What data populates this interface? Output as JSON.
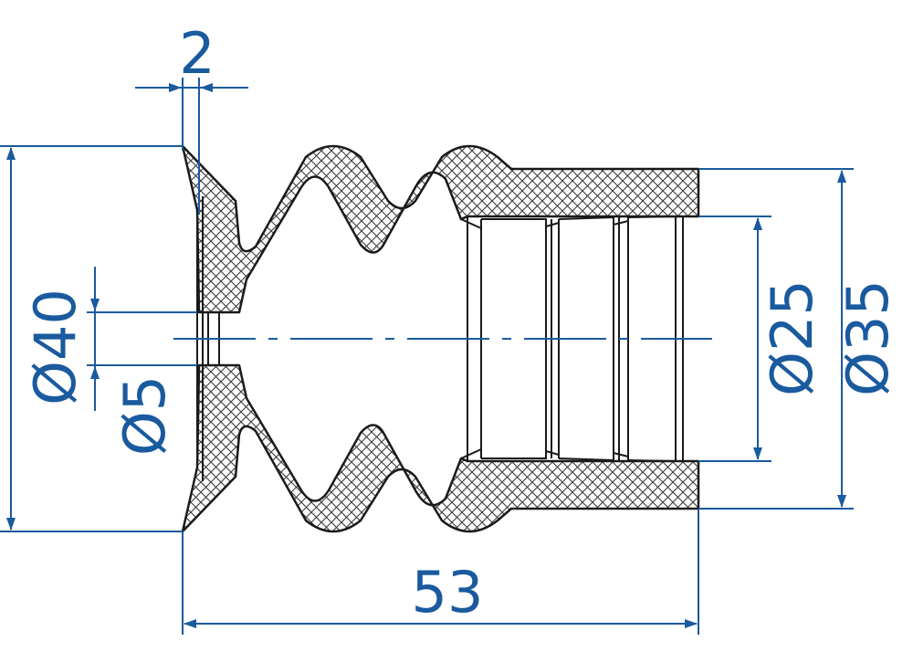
{
  "colors": {
    "dimension": "#1a5a9e",
    "outline": "#1a1a1a",
    "hatch": "#3a3a3a",
    "background": "#ffffff"
  },
  "dimensions": {
    "lip_thickness": "2",
    "overall_length": "53",
    "outer_diameter": "Ø40",
    "hole_diameter": "Ø5",
    "bore_diameter": "Ø25",
    "body_diameter": "Ø35"
  }
}
